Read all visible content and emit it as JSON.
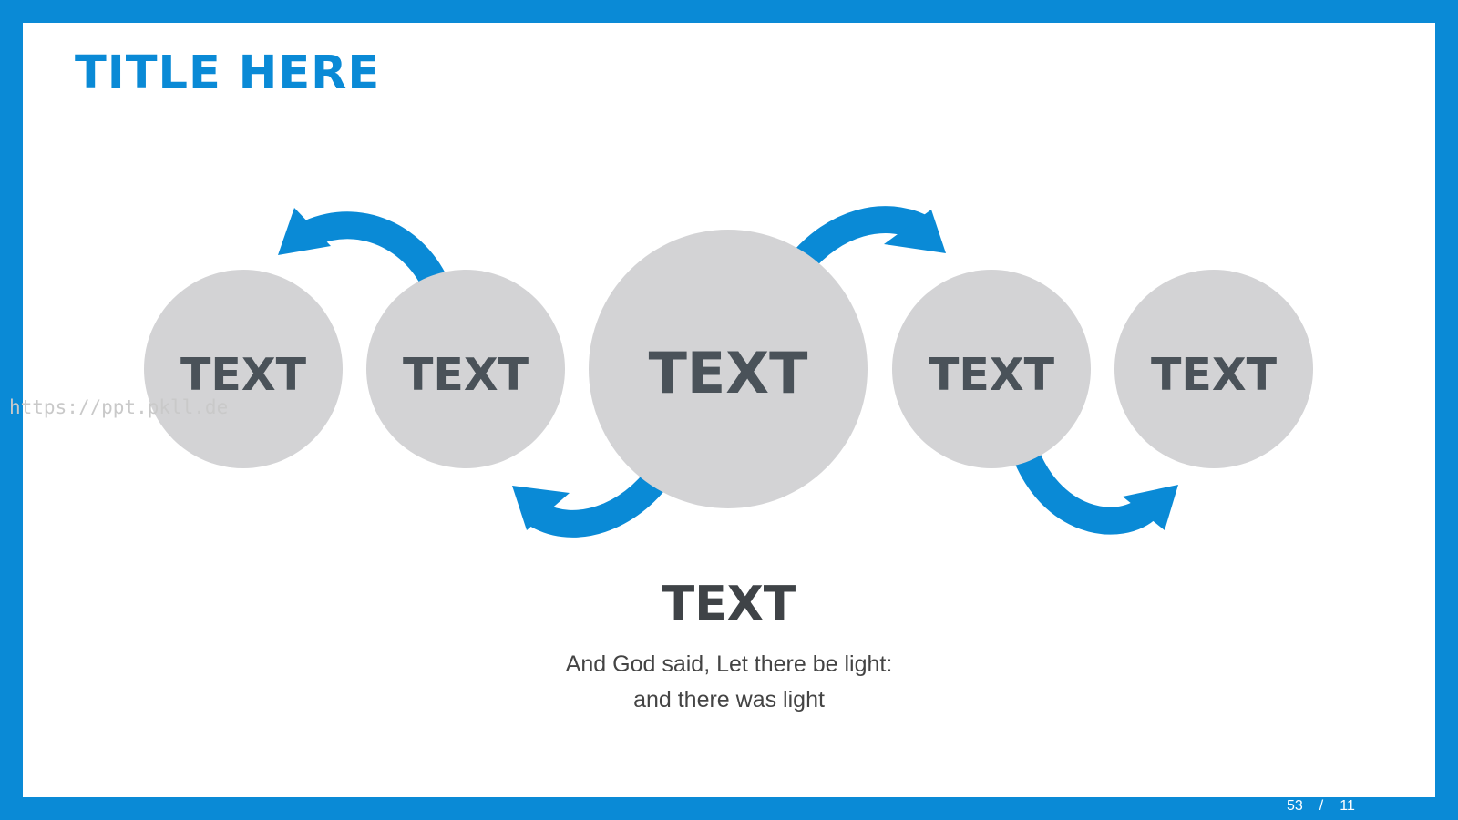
{
  "slide": {
    "title": "TITLE HERE",
    "watermark": "https://ppt.pkll.de",
    "circles": [
      {
        "label": "TEXT"
      },
      {
        "label": "TEXT"
      },
      {
        "label": "TEXT"
      },
      {
        "label": "TEXT"
      },
      {
        "label": "TEXT"
      }
    ],
    "heading": "TEXT",
    "body_lines": [
      "And God said, Let there be light:",
      "and there was light"
    ],
    "page": {
      "current": "53",
      "separator": "/",
      "total": "11"
    }
  },
  "colors": {
    "accent": "#0a8ad6",
    "circle_fill": "#d3d3d5",
    "circle_text": "#4a5259",
    "heading_text": "#3f4347",
    "body_text": "#444444"
  }
}
